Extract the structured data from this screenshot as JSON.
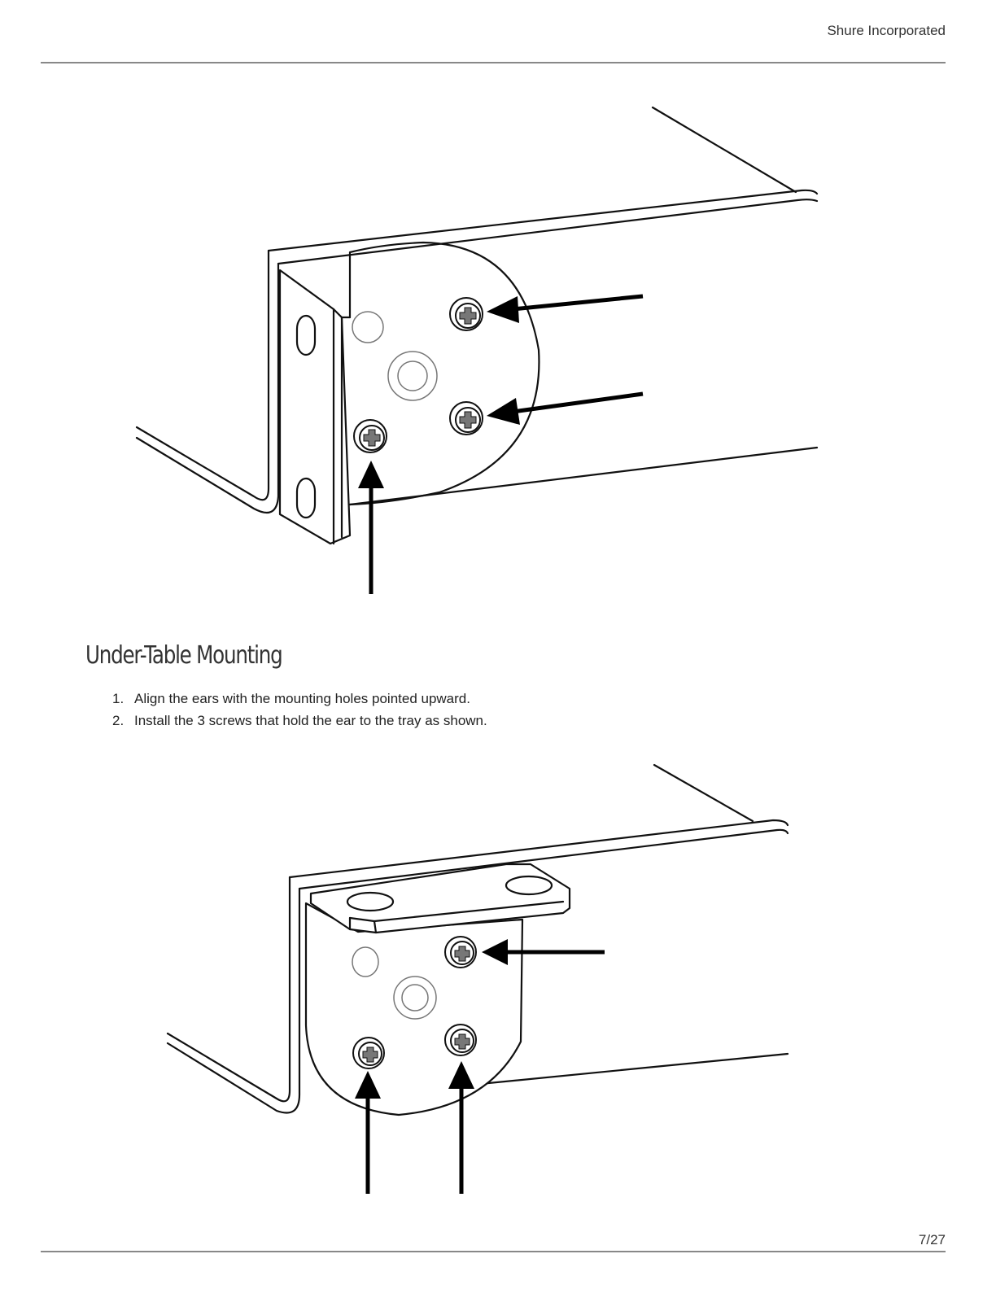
{
  "header": {
    "company": "Shure Incorporated"
  },
  "section": {
    "title": "Under-Table Mounting",
    "steps": [
      {
        "num": "1.",
        "text": "Align the ears with the mounting holes pointed upward."
      },
      {
        "num": "2.",
        "text": "Install the 3 screws that hold the ear to the tray as shown."
      }
    ]
  },
  "footer": {
    "page": "7/27"
  },
  "figures": [
    {
      "name": "rack-ear-installation-illustration",
      "screws_indicated": 3
    },
    {
      "name": "under-table-ear-installation-illustration",
      "screws_indicated": 3
    }
  ]
}
